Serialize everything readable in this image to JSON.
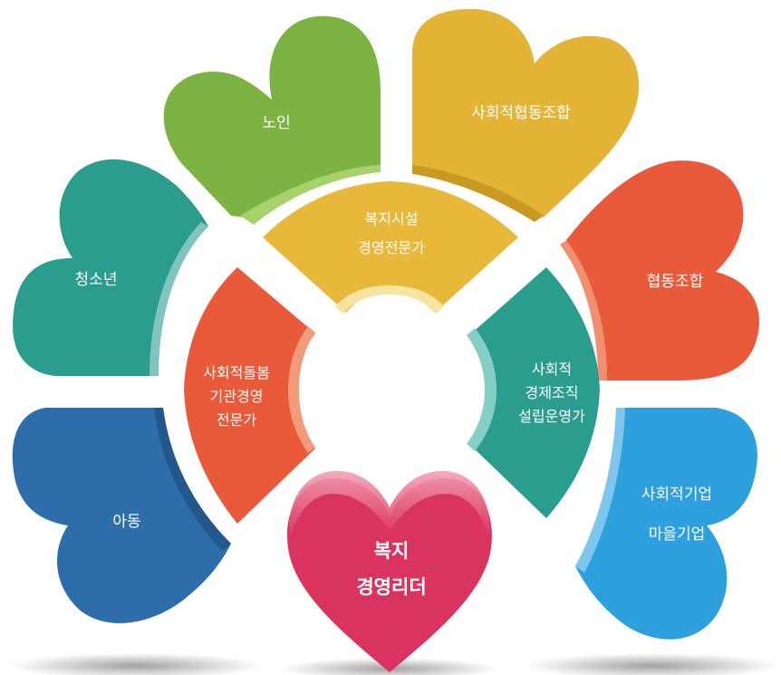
{
  "petals": [
    {
      "id": "elderly",
      "label": "노인",
      "color": "#7CB342"
    },
    {
      "id": "social-coop",
      "label": "사회적협동조합",
      "color": "#E3B436"
    },
    {
      "id": "youth",
      "label": "청소년",
      "color": "#2A9D8F"
    },
    {
      "id": "coop",
      "label": "협동조합",
      "color": "#E85A3A"
    },
    {
      "id": "children",
      "label": "아동",
      "color": "#2D6EAA"
    },
    {
      "id": "social-enterprise",
      "lines": [
        "사회적기업",
        "마을기업"
      ],
      "color": "#2EA0DD"
    }
  ],
  "ring": [
    {
      "id": "welfare-facility",
      "lines": [
        "복지시설",
        "경영전문가"
      ],
      "color": "#E8B83A"
    },
    {
      "id": "social-care",
      "lines": [
        "사회적돌봄",
        "기관경영",
        "전문가"
      ],
      "color": "#E85A3A"
    },
    {
      "id": "social-economy",
      "lines": [
        "사회적",
        "경제조직",
        "설립운영가"
      ],
      "color": "#2A9D8F"
    }
  ],
  "center": {
    "lines": [
      "복지",
      "경영리더"
    ],
    "color": "#D9335F"
  }
}
